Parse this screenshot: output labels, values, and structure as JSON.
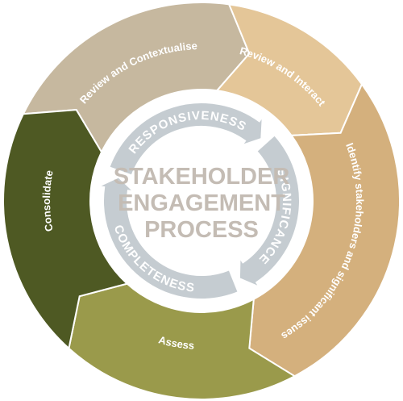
{
  "center": {
    "lines": [
      "STAKEHOLDER",
      "ENGAGEMENT",
      "PROCESS"
    ]
  },
  "ring": {
    "labels": [
      "RESPONSIVENESS",
      "SIGNIFICANCE",
      "COMPLETENESS"
    ]
  },
  "segments": [
    {
      "label": "Review and Contextualise",
      "color": "#c6b89f"
    },
    {
      "label": "Review and Interact",
      "color": "#e4c698"
    },
    {
      "label": "Identify stakeholders and significant issues",
      "color": "#d4b07d"
    },
    {
      "label": "Assess",
      "color": "#9a9a4b"
    },
    {
      "label": "Consolidate",
      "color": "#4e5923"
    }
  ],
  "colors": {
    "ring": "#c5ccd1",
    "ring_edge": "#ffffff",
    "center_text": "#c4bcb4"
  }
}
